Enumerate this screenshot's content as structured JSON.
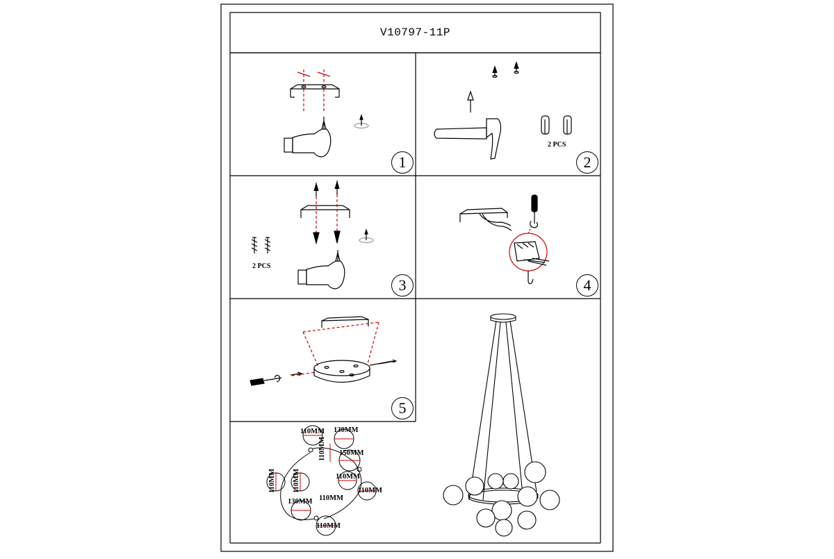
{
  "document": {
    "model_code": "V10797-11P"
  },
  "steps": [
    {
      "number": "1"
    },
    {
      "number": "2",
      "note": "2 PCS"
    },
    {
      "number": "3",
      "note": "2 PCS"
    },
    {
      "number": "4"
    },
    {
      "number": "5"
    }
  ],
  "dimensions": {
    "d1": "110MM",
    "d2": "130MM",
    "d3": "110MM",
    "d4": "150MM",
    "d5": "110MM",
    "d6": "110MM",
    "d7": "110MM",
    "d8": "110MM",
    "d9": "130MM",
    "d10": "110MM",
    "d11": "110MM"
  },
  "colors": {
    "line": "#000000",
    "guide": "#cc0000"
  }
}
